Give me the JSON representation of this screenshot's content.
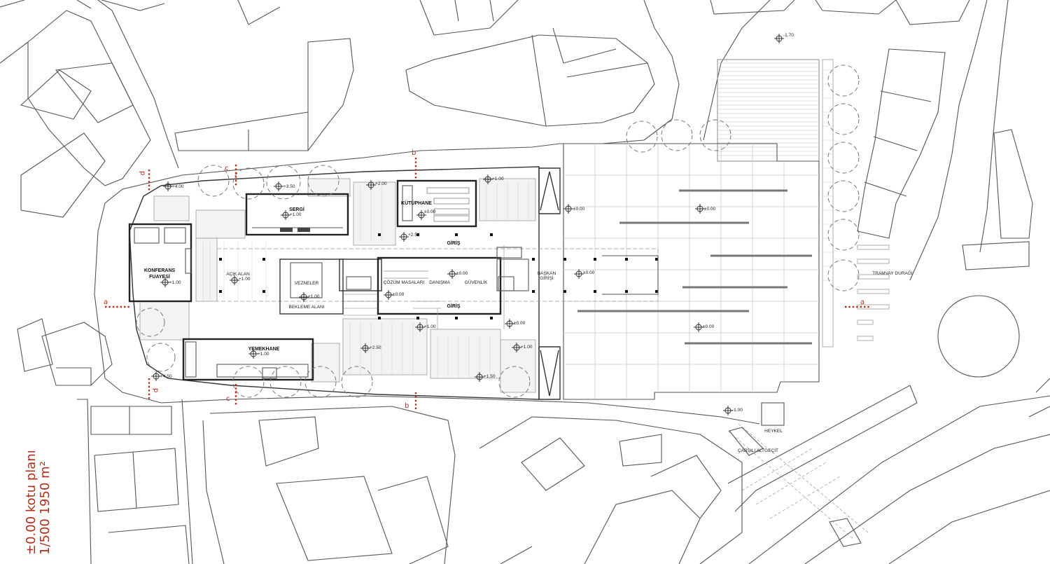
{
  "title": {
    "line1": "±0.00 kotu planı",
    "line2": "1/500   1950 m²"
  },
  "sections": {
    "a": "a",
    "b": "b",
    "c": "c",
    "p": "p"
  },
  "rooms": {
    "sergi": "SERGİ",
    "kutuphane": "KÜTÜPHANE",
    "konferans_1": "KONFERANS",
    "konferans_2": "FUAYESİ",
    "acik_alan": "AÇIK ALAN",
    "vezneler": "VEZNELER",
    "bekleme": "BEKLEME ALANI",
    "cozum": "ÇÖZÜM MASALARI",
    "danisma": "DANIŞMA",
    "guvenlik": "GÜVENLİK",
    "baskan_1": "BAŞKAN",
    "baskan_2": "GİRİŞİ",
    "yemekhane": "YEMEKHANE",
    "giris_top": "GİRİŞ",
    "giris_bottom": "GİRİŞ",
    "tramvay": "TRAMVAY DURAĞI",
    "heykel": "HEYKEL",
    "carsili": "ÇARŞILI ALTGEÇİT"
  },
  "elevations": {
    "e_m170": "-1.70",
    "e_400": "+4.00",
    "e_350": "+3.50",
    "e_200": "+2.00",
    "e_100_kut_top": "+1.00",
    "e_000_kut": "±0.00",
    "e_100_sergi": "+1.00",
    "e_250": "+2.50",
    "e_000_square_top": "±0.00",
    "e_000_plaza1": "±0.00",
    "e_000_plaza2": "±0.00",
    "e_000_plaza3": "±0.00",
    "e_100_konf": "+1.00",
    "e_100_acik": "+1.00",
    "e_100_bekleme": "+1.00",
    "e_000_danisma": "±0.00",
    "e_000_cozum": "±0.00",
    "e_100_mid": "+1.00",
    "e_000_mid": "±0.00",
    "e_100_right": "+1.00",
    "e_250_bot": "+2.50",
    "e_100_yem": "+1.00",
    "e_450": "+4.50",
    "e_150": "+1.50",
    "e_m100": "-1.00"
  }
}
